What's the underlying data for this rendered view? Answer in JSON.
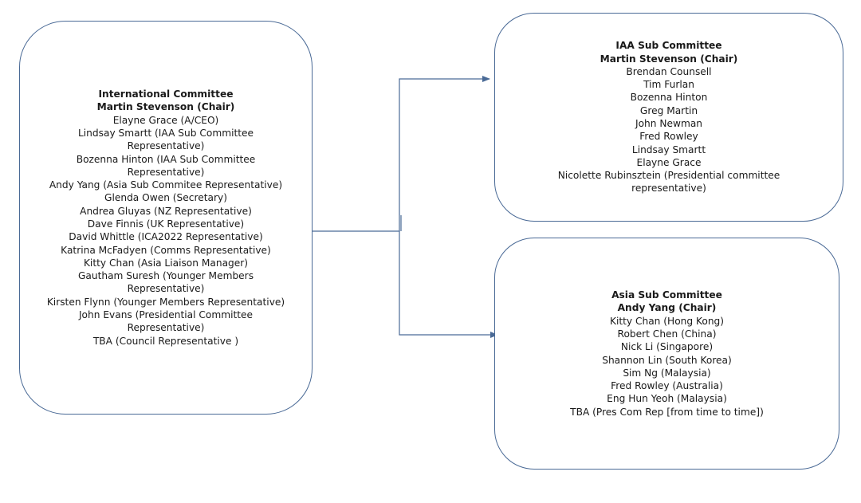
{
  "international": {
    "title": "International Committee",
    "chair": "Martin Stevenson (Chair)",
    "members": [
      "Elayne Grace (A/CEO)",
      "Lindsay Smartt (IAA Sub Committee Representative)",
      "Bozenna Hinton (IAA Sub Committee Representative)",
      "Andy Yang (Asia Sub Commitee Representative)",
      "Glenda Owen (Secretary)",
      "Andrea Gluyas (NZ Representative)",
      "Dave Finnis (UK Representative)",
      "David Whittle (ICA2022 Representative)",
      "Katrina McFadyen (Comms Representative)",
      "Kitty Chan (Asia Liaison Manager)",
      "Gautham Suresh (Younger Members Representative)",
      "Kirsten Flynn (Younger Members Representative)",
      "John Evans (Presidential Committee Representative)",
      "TBA (Council Representative )"
    ]
  },
  "iaa": {
    "title": "IAA Sub Committee",
    "chair": "Martin Stevenson (Chair)",
    "members": [
      "Brendan Counsell",
      "Tim Furlan",
      "Bozenna Hinton",
      "Greg Martin",
      "John Newman",
      "Fred Rowley",
      "Lindsay Smartt",
      "Elayne Grace",
      "Nicolette Rubinsztein (Presidential committee representative)"
    ]
  },
  "asia": {
    "title": "Asia Sub Committee",
    "chair": "Andy Yang (Chair)",
    "members": [
      "Kitty Chan (Hong Kong)",
      "Robert Chen (China)",
      "Nick Li (Singapore)",
      "Shannon Lin (South Korea)",
      "Sim Ng (Malaysia)",
      "Fred Rowley (Australia)",
      "Eng Hun Yeoh (Malaysia)",
      "TBA (Pres Com Rep [from time to time])"
    ]
  },
  "colors": {
    "box_border": "#4a6a96",
    "connector": "#4a6a96",
    "text": "#1a1a1a"
  }
}
